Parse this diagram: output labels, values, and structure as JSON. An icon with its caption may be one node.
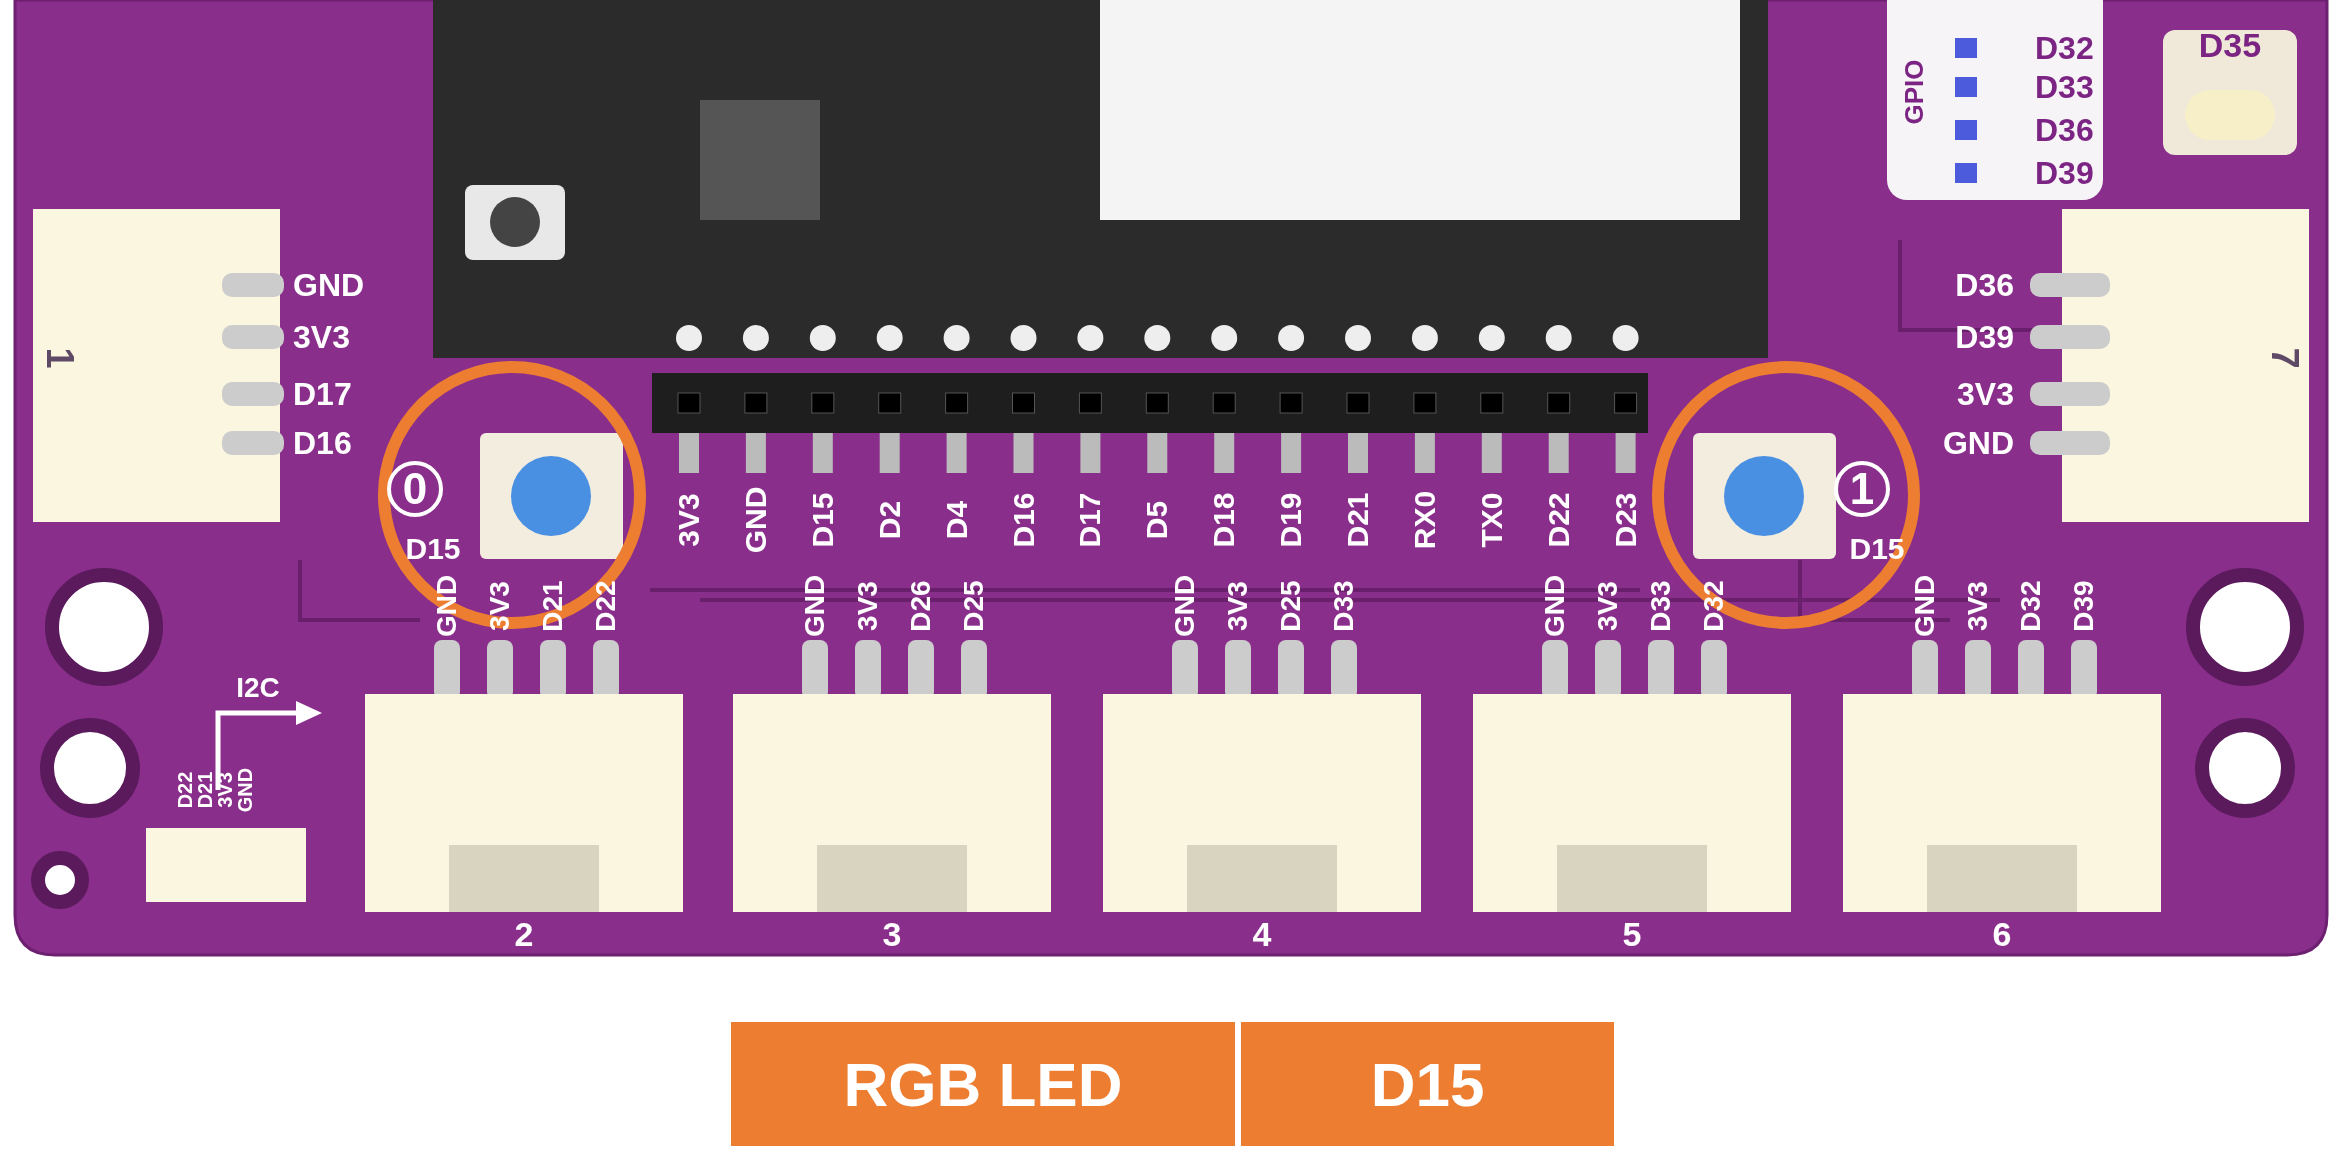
{
  "diagram": {
    "labels": [
      "GPIO",
      "D32",
      "D33",
      "D36",
      "D39",
      "D35",
      "GND",
      "3V3",
      "D17",
      "D16",
      "1",
      "D36",
      "D39",
      "3V3",
      "GND",
      "7",
      "0",
      "D15",
      "3V3",
      "GND",
      "D15",
      "D2",
      "D4",
      "D16",
      "D17",
      "D5",
      "D18",
      "D19",
      "D21",
      "RX0",
      "TX0",
      "D22",
      "D23",
      "1",
      "D15",
      "I2C",
      "GND",
      "3V3",
      "D21",
      "D22",
      "GND",
      "3V3",
      "D26",
      "D25",
      "GND",
      "3V3",
      "D25",
      "D33",
      "GND",
      "3V3",
      "D33",
      "D32",
      "GND",
      "3V3",
      "D32",
      "D39",
      "D22",
      "D21",
      "3V3",
      "GND",
      "2",
      "3",
      "4",
      "5",
      "6",
      "RGB LED",
      "D15"
    ]
  }
}
